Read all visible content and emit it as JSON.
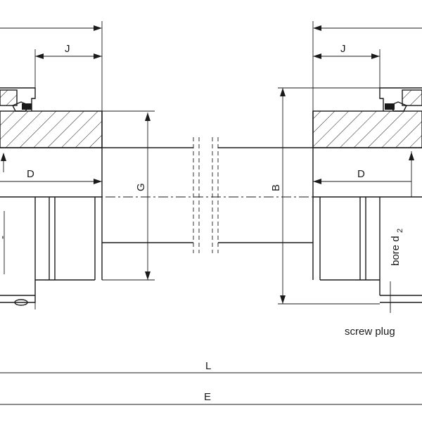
{
  "labels": {
    "J": "J",
    "D": "D",
    "G": "G",
    "B": "B",
    "L": "L",
    "E": "E",
    "bore": "bore d",
    "bore_sub": "2",
    "screw_plug": "screw plug"
  }
}
